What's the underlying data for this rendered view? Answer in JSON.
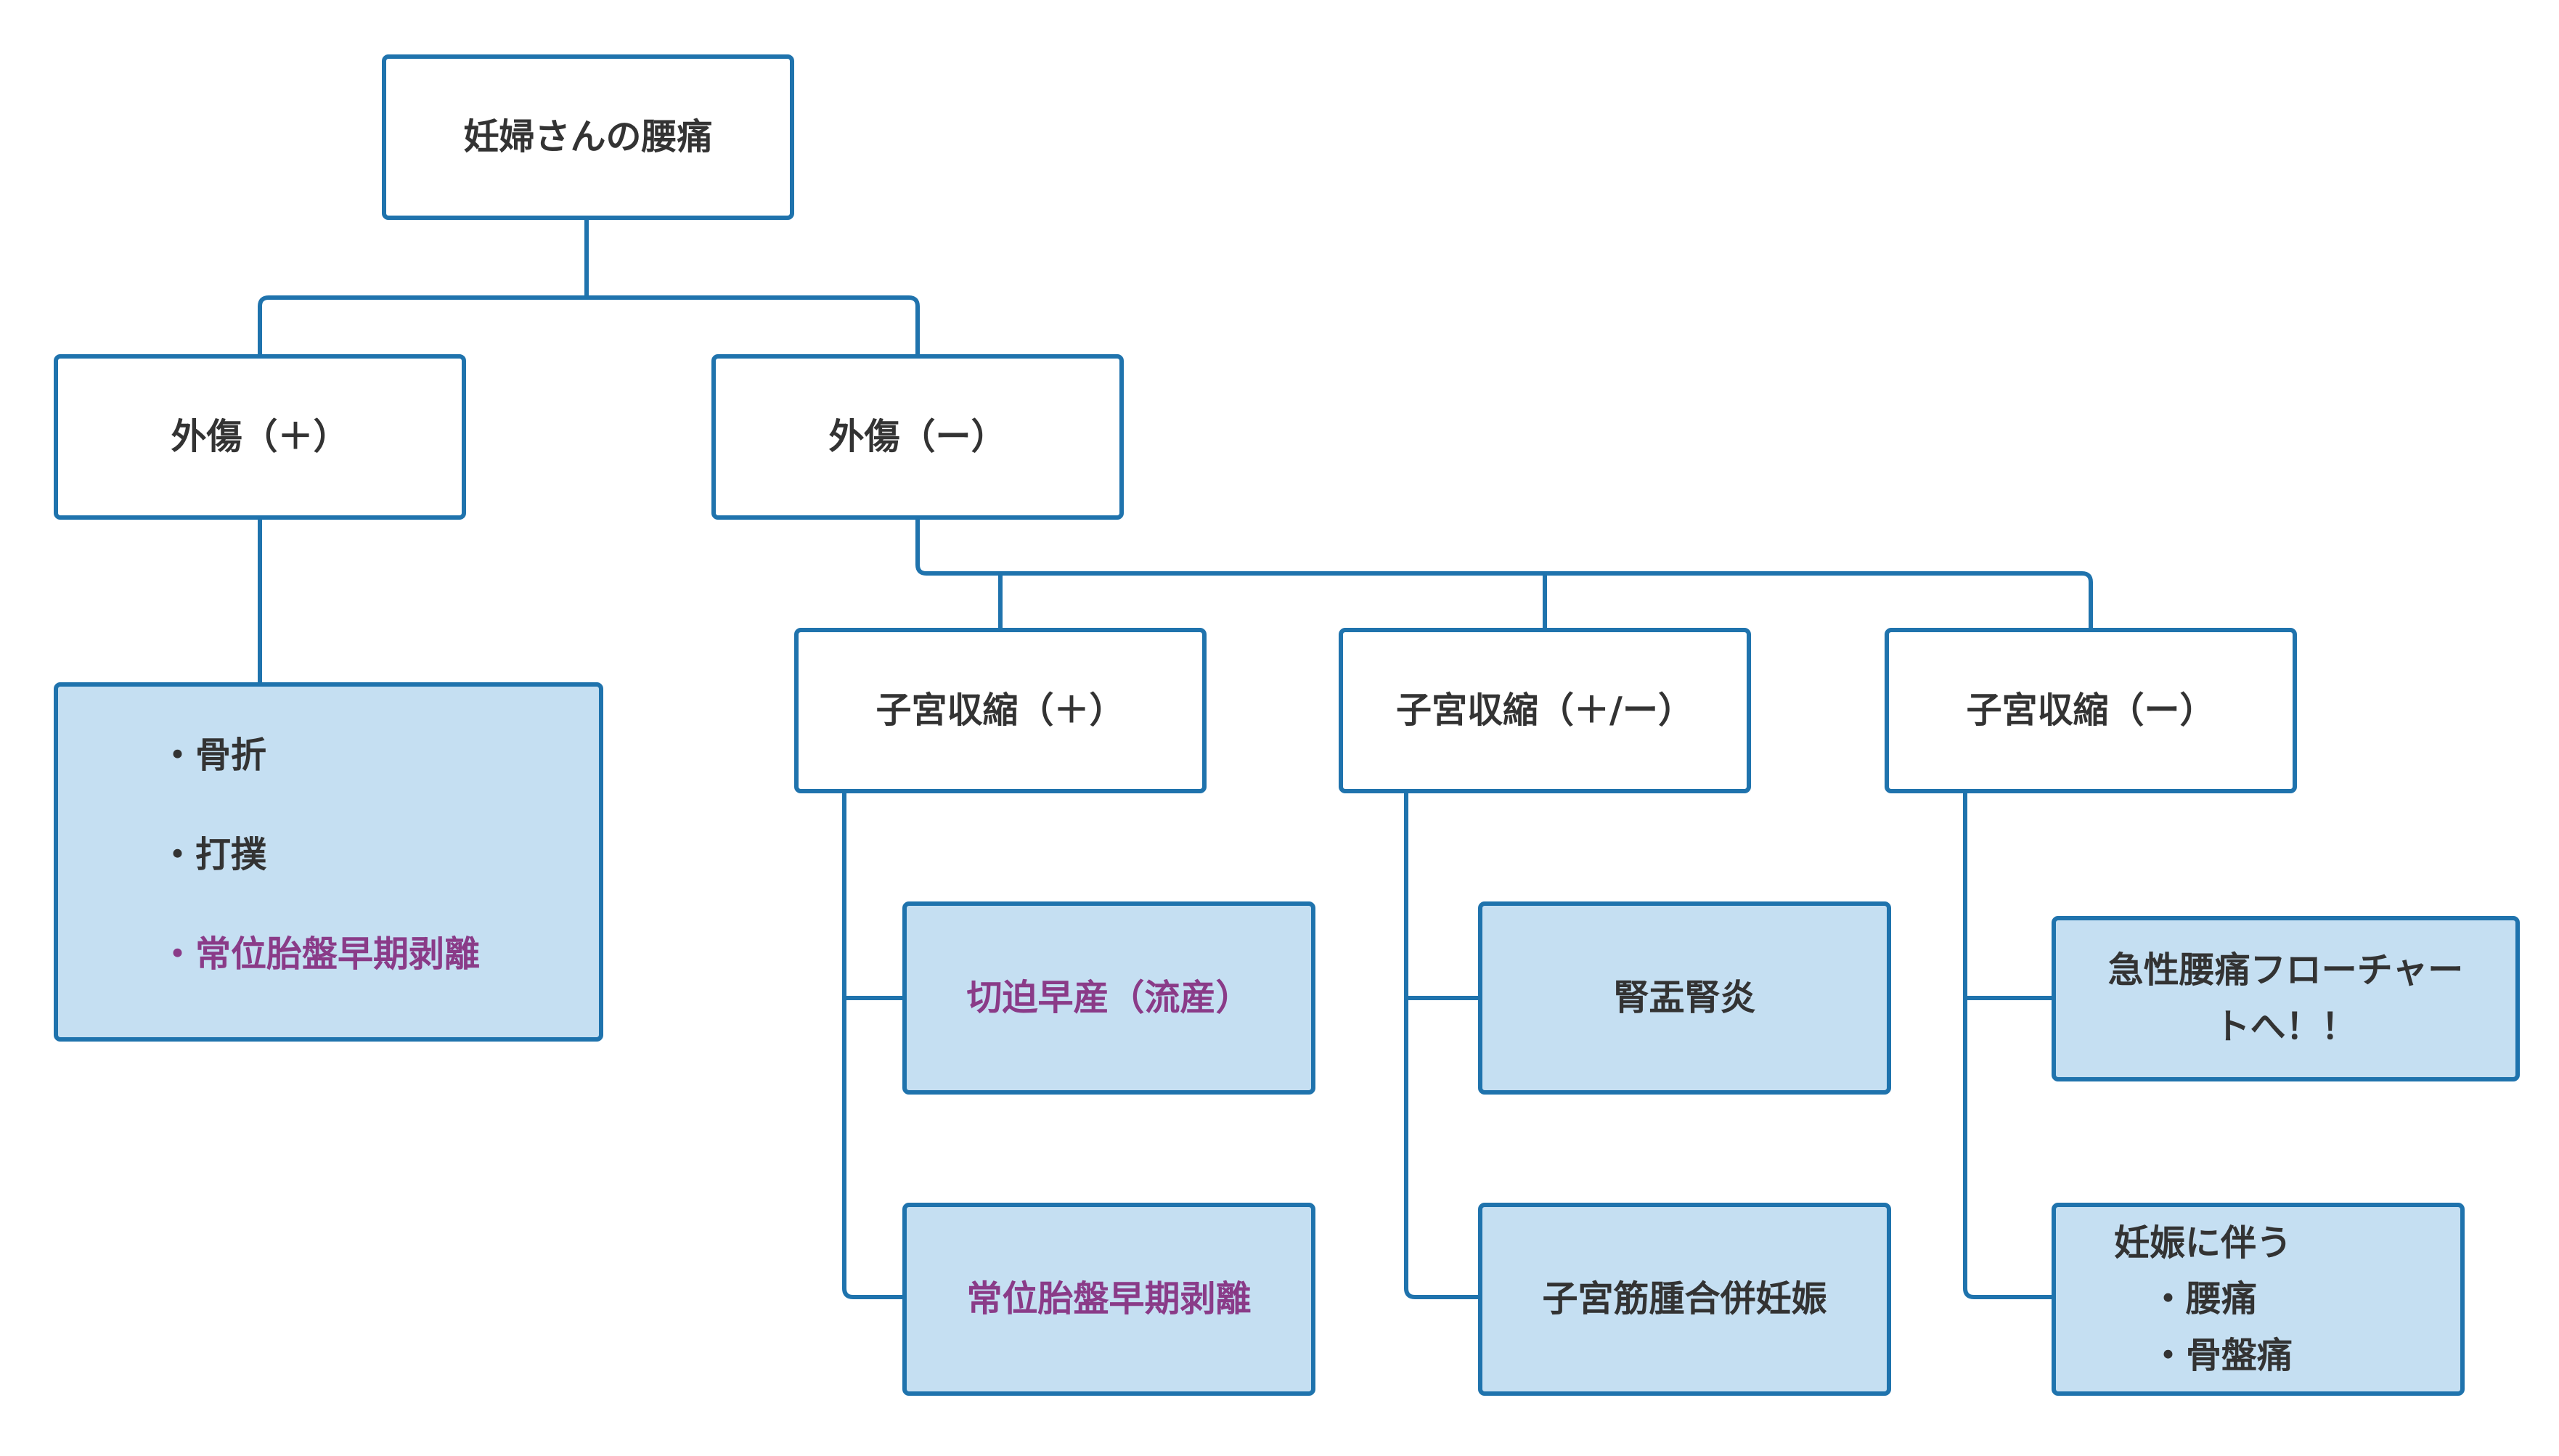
{
  "colors": {
    "border": "#1f73ad",
    "fill": "#c5dff2",
    "text": "#333333",
    "highlight": "#8a3b88",
    "line": "#1f73ad"
  },
  "root": {
    "label": "妊婦さんの腰痛"
  },
  "branches": {
    "trauma_pos": {
      "label": "外傷（＋）"
    },
    "trauma_neg": {
      "label": "外傷（ー）"
    }
  },
  "trauma_pos_list": [
    "・骨折",
    "・打撲",
    "・常位胎盤早期剥離"
  ],
  "contraction": {
    "pos": {
      "label": "子宮収縮（＋）"
    },
    "pm": {
      "label": "子宮収縮（＋/ー）"
    },
    "neg": {
      "label": "子宮収縮（ー）"
    }
  },
  "leaves": {
    "preterm": "切迫早産（流産）",
    "abruption": "常位胎盤早期剥離",
    "pyelo": "腎盂腎炎",
    "myoma": "子宮筋腫合併妊娠",
    "acute_line1": "急性腰痛フローチャー",
    "acute_line2": "トへ！！",
    "preg_title": "妊娠に伴う",
    "preg_item1": "・腰痛",
    "preg_item2": "・骨盤痛"
  }
}
